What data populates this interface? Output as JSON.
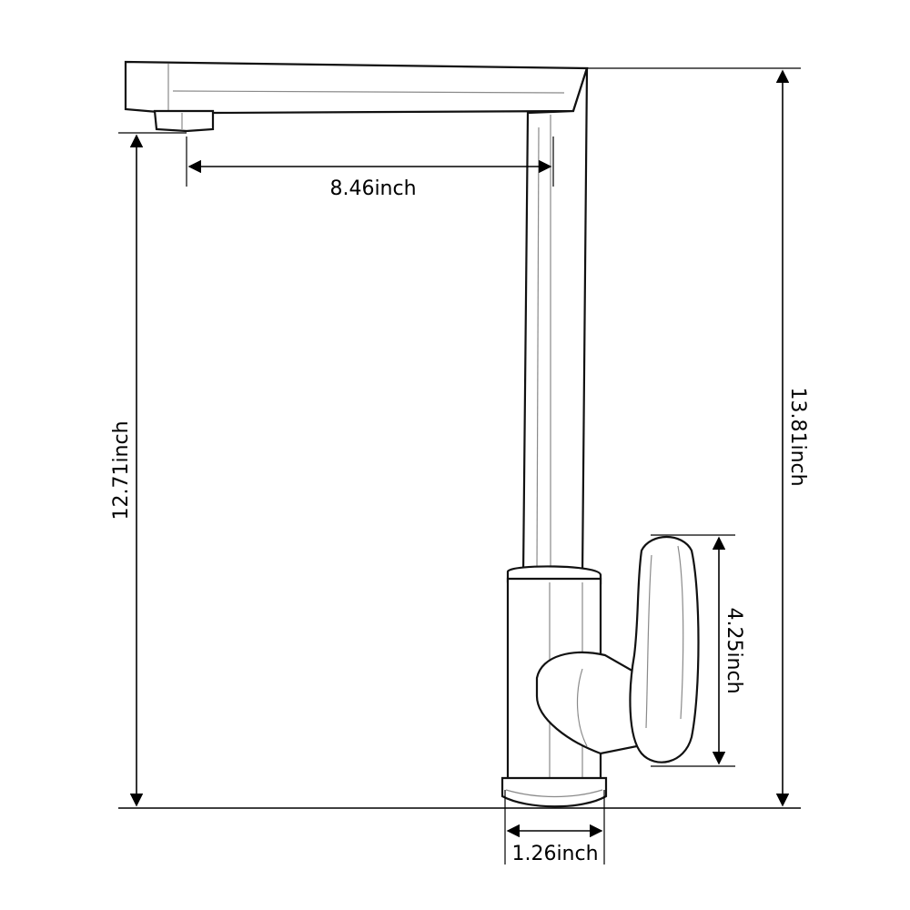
{
  "dimensions": {
    "spout_reach": "8.46inch",
    "spout_height": "12.71inch",
    "total_height": "13.81inch",
    "handle_height": "4.25inch",
    "base_width": "1.26inch"
  },
  "colors": {
    "ink": "#000000",
    "background": "#ffffff"
  }
}
